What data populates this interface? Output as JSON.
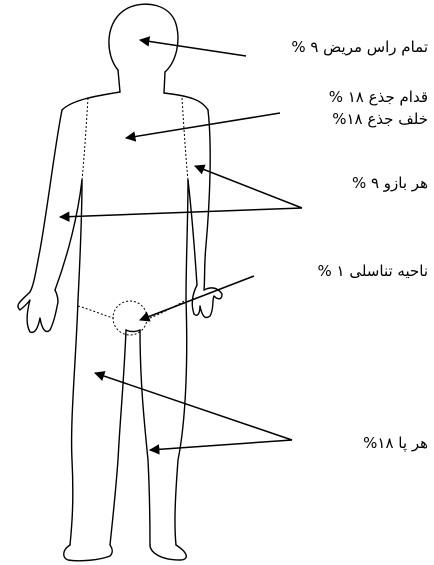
{
  "labels": {
    "head": "تمام راس مریض ۹ %",
    "trunk_front": "قدام جذع ۱۸ %",
    "trunk_back": "خلف جذع ۱۸%",
    "arm": "هر بازو ۹ %",
    "genital": "ناحیه تناسلی ۱ %",
    "leg": "هر پا ۱۸%"
  },
  "colors": {
    "line": "#000000",
    "background": "#ffffff"
  }
}
